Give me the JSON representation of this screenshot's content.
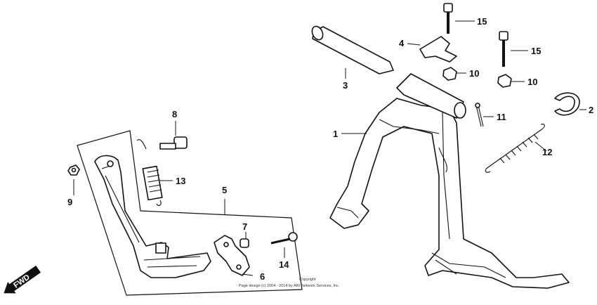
{
  "diagram": {
    "callouts": [
      {
        "id": "c1",
        "label": "1"
      },
      {
        "id": "c2",
        "label": "2"
      },
      {
        "id": "c3",
        "label": "3"
      },
      {
        "id": "c4",
        "label": "4"
      },
      {
        "id": "c5",
        "label": "5"
      },
      {
        "id": "c6",
        "label": "6"
      },
      {
        "id": "c7",
        "label": "7"
      },
      {
        "id": "c8",
        "label": "8"
      },
      {
        "id": "c9",
        "label": "9"
      },
      {
        "id": "c10a",
        "label": "10"
      },
      {
        "id": "c10b",
        "label": "10"
      },
      {
        "id": "c11",
        "label": "11"
      },
      {
        "id": "c12",
        "label": "12"
      },
      {
        "id": "c13",
        "label": "13"
      },
      {
        "id": "c14",
        "label": "14"
      },
      {
        "id": "c15a",
        "label": "15"
      },
      {
        "id": "c15b",
        "label": "15"
      }
    ],
    "fwd_label": "FWD",
    "copyright_line1": "Copyright",
    "copyright_line2": "Page design (c) 2004 - 2014 by ARI Network Services, Inc.",
    "colors": {
      "line": "#111111",
      "background": "#ffffff"
    }
  }
}
